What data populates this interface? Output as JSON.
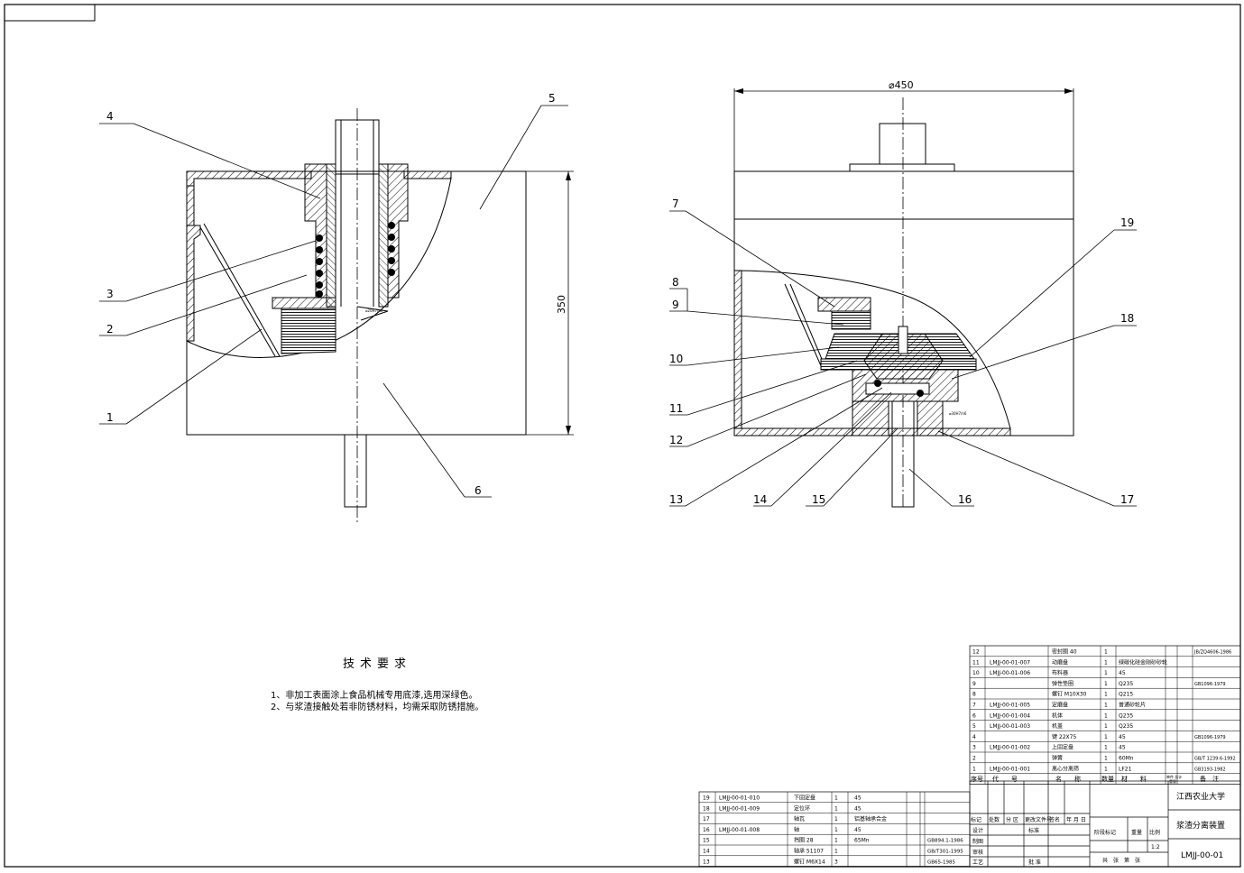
{
  "drawing": {
    "dimension_diameter": "⌀450",
    "dimension_height": "350",
    "fit_note_left": "⌀20H7/n6",
    "fit_note_right": "⌀30H7/n6",
    "balloons_left": [
      "1",
      "2",
      "3",
      "4",
      "5",
      "6"
    ],
    "balloons_right": [
      "7",
      "8",
      "9",
      "10",
      "11",
      "12",
      "13",
      "14",
      "15",
      "16",
      "17",
      "18",
      "19"
    ]
  },
  "tech": {
    "title": "技术要求",
    "notes": [
      "1、非加工表面涂上食品机械专用底漆,选用深绿色。",
      "2、与浆渣接触处若非防锈材料，均需采取防锈措施。"
    ]
  },
  "bom_upper": [
    {
      "no": "12",
      "code": "",
      "name": "密封圈 40",
      "qty": "1",
      "material": "",
      "remark": "JB/ZQ4606-1986"
    },
    {
      "no": "11",
      "code": "LMJJ-00-01-007",
      "name": "动磨盘",
      "qty": "1",
      "material": "绿碳化硅金刚砂砂轮",
      "remark": ""
    },
    {
      "no": "10",
      "code": "LMJJ-00-01-006",
      "name": "布料器",
      "qty": "1",
      "material": "45",
      "remark": ""
    },
    {
      "no": "9",
      "code": "",
      "name": "弹性垫圈",
      "qty": "1",
      "material": "Q235",
      "remark": "GB1096-1979"
    },
    {
      "no": "8",
      "code": "",
      "name": "螺钉 M10X30",
      "qty": "1",
      "material": "Q215",
      "remark": ""
    },
    {
      "no": "7",
      "code": "LMJJ-00-01-005",
      "name": "定磨盘",
      "qty": "1",
      "material": "普通砂轮片",
      "remark": ""
    },
    {
      "no": "6",
      "code": "LMJJ-00-01-004",
      "name": "机体",
      "qty": "1",
      "material": "Q235",
      "remark": ""
    },
    {
      "no": "5",
      "code": "LMJJ-00-01-003",
      "name": "机盖",
      "qty": "1",
      "material": "Q235",
      "remark": ""
    },
    {
      "no": "4",
      "code": "",
      "name": "键 22X75",
      "qty": "1",
      "material": "45",
      "remark": "GB1096-1979"
    },
    {
      "no": "3",
      "code": "LMJJ-00-01-002",
      "name": "上固定盘",
      "qty": "1",
      "material": "45",
      "remark": ""
    },
    {
      "no": "2",
      "code": "",
      "name": "弹簧",
      "qty": "1",
      "material": "60Mn",
      "remark": "GB/T 1239.6-1992"
    },
    {
      "no": "1",
      "code": "LMJJ-00-01-001",
      "name": "离心分离筛",
      "qty": "1",
      "material": "LF21",
      "remark": "GB3193-1982"
    }
  ],
  "bom_header": {
    "no": "序号",
    "code": "代　　号",
    "name": "名　　称",
    "qty": "数量",
    "material": "材　　料",
    "weight": "单件 总计",
    "weight2": "重量",
    "remark": "备　注"
  },
  "bom_lower": [
    {
      "no": "19",
      "code": "LMJJ-00-01-010",
      "name": "下固定盘",
      "qty": "1",
      "material": "45",
      "remark": ""
    },
    {
      "no": "18",
      "code": "LMJJ-00-01-009",
      "name": "定位环",
      "qty": "1",
      "material": "45",
      "remark": ""
    },
    {
      "no": "17",
      "code": "",
      "name": "轴瓦",
      "qty": "1",
      "material": "铝基轴承合金",
      "remark": ""
    },
    {
      "no": "16",
      "code": "LMJJ-00-01-008",
      "name": "轴",
      "qty": "1",
      "material": "45",
      "remark": ""
    },
    {
      "no": "15",
      "code": "",
      "name": "挡圈 28",
      "qty": "1",
      "material": "65Mn",
      "remark": "GB894.1-1986"
    },
    {
      "no": "14",
      "code": "",
      "name": "轴承 51107",
      "qty": "1",
      "material": "",
      "remark": "GB/T301-1995"
    },
    {
      "no": "13",
      "code": "",
      "name": "螺钉 M6X14",
      "qty": "3",
      "material": "",
      "remark": "GB65-1985"
    }
  ],
  "title_block": {
    "school": "江西农业大学",
    "product": "浆渣分离装置",
    "drawing_no": "LMJJ-00-01",
    "scale": "1:2",
    "r_mark": "标记",
    "r_count": "处数",
    "r_zone": "分 区",
    "r_doc": "更改文件号",
    "r_sign": "签名",
    "r_date": "年 月 日",
    "design": "设计",
    "standard": "标准",
    "draw": "制图",
    "check": "审核",
    "process": "工艺",
    "approve": "批 准",
    "stage": "阶段标记",
    "weight": "重量",
    "ratio": "比例",
    "sheets": "共　张　第　张"
  }
}
